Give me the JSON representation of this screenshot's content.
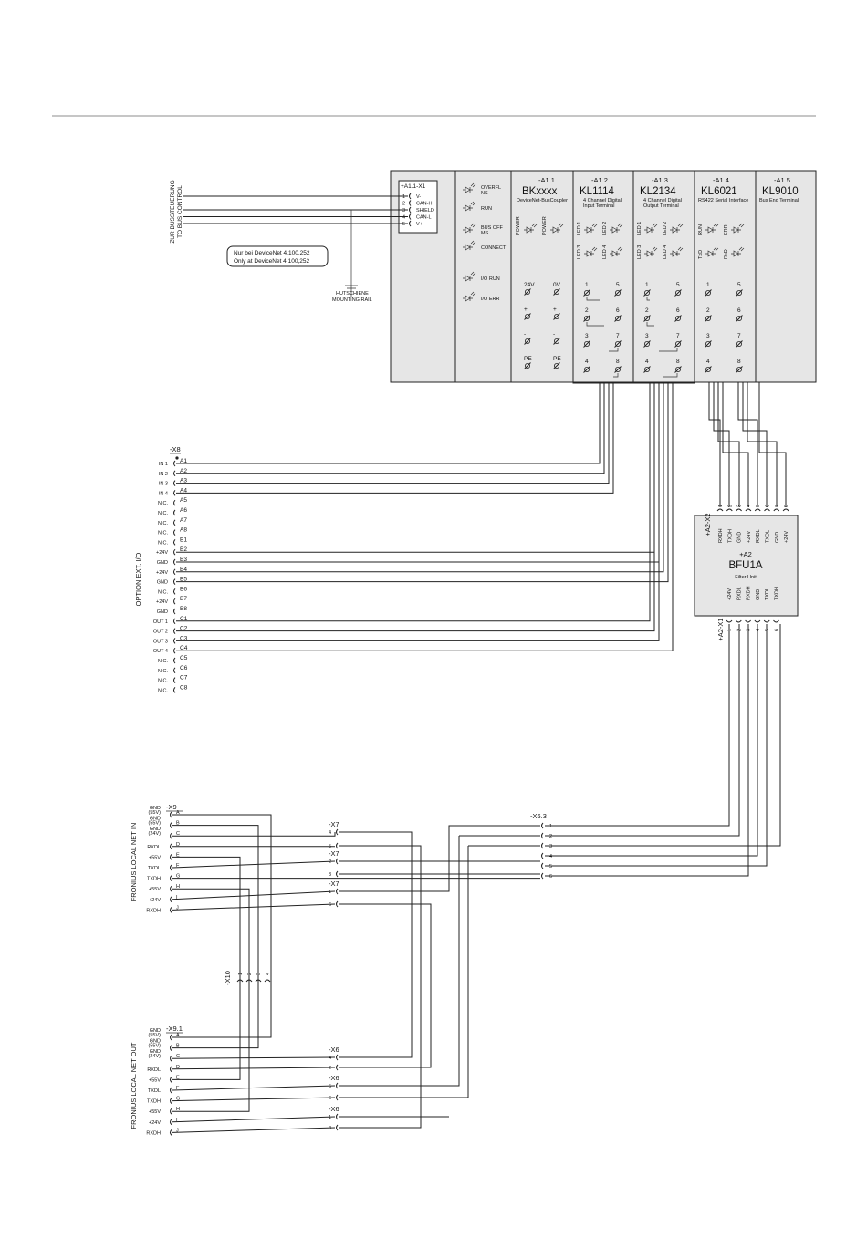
{
  "controller": {
    "to_bus_label": [
      "ZUR BUSSTEUERUNG",
      "TO BUS CONTROL"
    ],
    "x1": {
      "tag": "+A1.1-X1",
      "pins": [
        {
          "n": "1",
          "label": "V-"
        },
        {
          "n": "2",
          "label": "CAN-H"
        },
        {
          "n": "3",
          "label": "SHIELD"
        },
        {
          "n": "4",
          "label": "CAN-L"
        },
        {
          "n": "5",
          "label": "V+"
        }
      ]
    },
    "note": [
      "Nur bei DeviceNet 4,100,252",
      "Only at DeviceNet 4,100,252"
    ],
    "ground": [
      "HUTSCHIENE",
      "MOUNTING RAIL"
    ],
    "leds": [
      "OVERFL NS",
      "RUN",
      "BUS OFF MS",
      "CONNECT",
      "I/O RUN",
      "I/O ERR"
    ],
    "modules": [
      {
        "tag": "-A1.1",
        "name": "BKxxxx",
        "desc": "DeviceNet-BusCoupler"
      },
      {
        "tag": "-A1.2",
        "name": "KL1114",
        "desc": "4 Channel Digital Input Terminal"
      },
      {
        "tag": "-A1.3",
        "name": "KL2134",
        "desc": "4 Channel Digital Output Terminal"
      },
      {
        "tag": "-A1.4",
        "name": "KL6021",
        "desc": "RS422 Serial Interface"
      },
      {
        "tag": "-A1.5",
        "name": "KL9010",
        "desc": "Bus End Terminal"
      }
    ],
    "power_leds": [
      "POWER",
      "POWER"
    ],
    "coupler_pins": [
      [
        "24V",
        "0V"
      ],
      [
        "+",
        "+"
      ],
      [
        "-",
        "-"
      ],
      [
        "PE",
        "PE"
      ]
    ],
    "channel_leds_a": [
      "LED 1",
      "LED 2",
      "LED 3",
      "LED 4"
    ],
    "channel_leds_b": [
      "RUN",
      "ERR",
      "TxD",
      "RxD"
    ],
    "terminal_pins": [
      [
        "1",
        "5"
      ],
      [
        "2",
        "6"
      ],
      [
        "3",
        "7"
      ],
      [
        "4",
        "8"
      ]
    ]
  },
  "x8": {
    "tag": "-X8",
    "side_label": "OPTION  EXT.  I/O",
    "rows": [
      {
        "sig": "IN 1",
        "pin": "A1"
      },
      {
        "sig": "IN 2",
        "pin": "A2"
      },
      {
        "sig": "IN 3",
        "pin": "A3"
      },
      {
        "sig": "IN 4",
        "pin": "A4"
      },
      {
        "sig": "N.C.",
        "pin": "A5"
      },
      {
        "sig": "N.C.",
        "pin": "A6"
      },
      {
        "sig": "N.C.",
        "pin": "A7"
      },
      {
        "sig": "N.C.",
        "pin": "A8"
      },
      {
        "sig": "N.C.",
        "pin": "B1"
      },
      {
        "sig": "+24V",
        "pin": "B2"
      },
      {
        "sig": "GND",
        "pin": "B3"
      },
      {
        "sig": "+24V",
        "pin": "B4"
      },
      {
        "sig": "GND",
        "pin": "B5"
      },
      {
        "sig": "N.C.",
        "pin": "B6"
      },
      {
        "sig": "+24V",
        "pin": "B7"
      },
      {
        "sig": "GND",
        "pin": "B8"
      },
      {
        "sig": "OUT 1",
        "pin": "C1"
      },
      {
        "sig": "OUT 2",
        "pin": "C2"
      },
      {
        "sig": "OUT 3",
        "pin": "C3"
      },
      {
        "sig": "OUT 4",
        "pin": "C4"
      },
      {
        "sig": "N.C.",
        "pin": "C5"
      },
      {
        "sig": "N.C.",
        "pin": "C6"
      },
      {
        "sig": "N.C.",
        "pin": "C7"
      },
      {
        "sig": "N.C.",
        "pin": "C8"
      }
    ]
  },
  "filter": {
    "tag": "+A2",
    "name": "BFU1A",
    "desc": "Filter Unit",
    "x2_tag": "+A2-X2",
    "x1_tag": "+A2-X1",
    "x2_pins": [
      "1",
      "2",
      "3",
      "4",
      "5",
      "6",
      "7",
      "8"
    ],
    "x2_labels": [
      "RXDH",
      "TXDH",
      "GND",
      "+24V",
      "RXDL",
      "TXDL",
      "GND",
      "+24V"
    ],
    "x1_pins": [
      "1",
      "2",
      "3",
      "4",
      "5",
      "6"
    ],
    "x1_labels": [
      "+24V",
      "RXDL",
      "RXDH",
      "GND",
      "TXDL",
      "TXDH"
    ]
  },
  "x9": {
    "tag": "-X9",
    "side_label": "FRONIUS  LOCAL  NET  IN",
    "rows": [
      {
        "sig": [
          "GND",
          "(55V)"
        ],
        "pin": "A"
      },
      {
        "sig": [
          "GND",
          "(55V)"
        ],
        "pin": "B"
      },
      {
        "sig": [
          "GND",
          "(24V)"
        ],
        "pin": "C"
      },
      {
        "sig": [
          "RXDL"
        ],
        "pin": "D"
      },
      {
        "sig": [
          "+55V"
        ],
        "pin": "E"
      },
      {
        "sig": [
          "TXDL"
        ],
        "pin": "F"
      },
      {
        "sig": [
          "TXDH"
        ],
        "pin": "G"
      },
      {
        "sig": [
          "+55V"
        ],
        "pin": "H"
      },
      {
        "sig": [
          "+24V"
        ],
        "pin": "I"
      },
      {
        "sig": [
          "RXDH"
        ],
        "pin": "J"
      }
    ]
  },
  "x91": {
    "tag": "-X9.1",
    "side_label": "FRONIUS  LOCAL  NET  OUT",
    "rows": [
      {
        "sig": [
          "GND",
          "(55V)"
        ],
        "pin": "A"
      },
      {
        "sig": [
          "GND",
          "(55V)"
        ],
        "pin": "B"
      },
      {
        "sig": [
          "GND",
          "(24V)"
        ],
        "pin": "C"
      },
      {
        "sig": [
          "RXDL"
        ],
        "pin": "D"
      },
      {
        "sig": [
          "+55V"
        ],
        "pin": "E"
      },
      {
        "sig": [
          "TXDL"
        ],
        "pin": "F"
      },
      {
        "sig": [
          "TXDH"
        ],
        "pin": "G"
      },
      {
        "sig": [
          "+55V"
        ],
        "pin": "H"
      },
      {
        "sig": [
          "+24V"
        ],
        "pin": "I"
      },
      {
        "sig": [
          "RXDH"
        ],
        "pin": "J"
      }
    ]
  },
  "x7": {
    "tag": "-X7",
    "groups": [
      [
        "4",
        "5"
      ],
      [
        "2",
        "3"
      ],
      [
        "1",
        "6"
      ]
    ]
  },
  "x6": {
    "tag": "-X6",
    "groups": [
      [
        "4",
        "2"
      ],
      [
        "5",
        "6"
      ],
      [
        "1",
        "3"
      ]
    ]
  },
  "x63": {
    "tag": "-X6.3",
    "pins": [
      "1",
      "2",
      "3",
      "4",
      "5",
      "6"
    ]
  },
  "x10": {
    "tag": "-X10",
    "pins": [
      "1",
      "2",
      "3",
      "4"
    ]
  }
}
